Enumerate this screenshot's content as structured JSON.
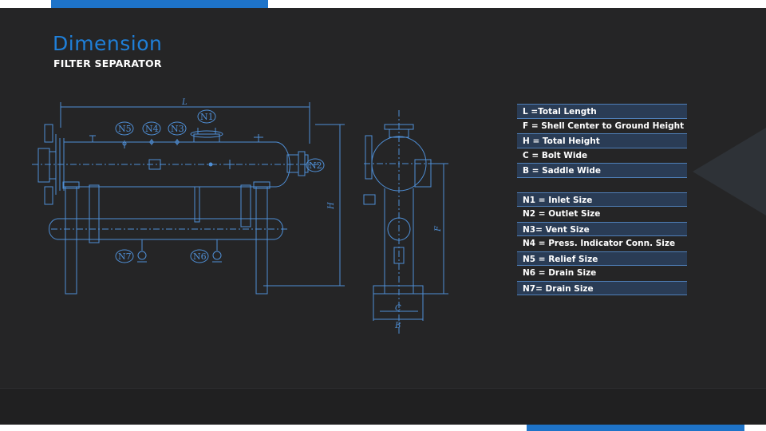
{
  "slide": {
    "title": "Dimension",
    "subtitle": "FILTER SEPARATOR"
  },
  "drawing": {
    "labels": {
      "L": "L",
      "H": "H",
      "F": "F",
      "C": "C",
      "B": "B",
      "N1": "N1",
      "N2": "N2",
      "N3": "N3",
      "N4": "N4",
      "N5": "N5",
      "N6": "N6",
      "N7": "N7"
    }
  },
  "legend": {
    "dimensions": [
      "L =Total  Length",
      "F = Shell Center to Ground Height",
      "H = Total Height",
      "C = Bolt Wide",
      "B = Saddle Wide"
    ],
    "nozzles": [
      "N1 = Inlet Size",
      "N2 = Outlet Size",
      "N3= Vent Size",
      "N4 = Press. Indicator  Conn. Size",
      "N5 = Relief Size",
      "N6 = Drain Size",
      "N7=  Drain Size"
    ]
  },
  "colors": {
    "accent": "#1e73c8",
    "background": "#252526",
    "line": "#4f8fd6",
    "legend_band": "#2a3c55"
  }
}
